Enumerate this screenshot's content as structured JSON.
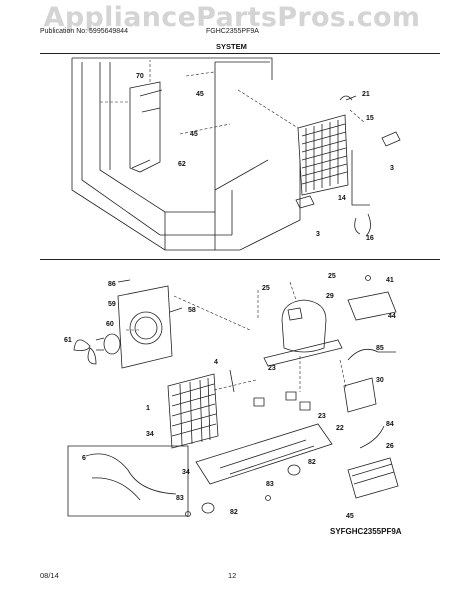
{
  "watermark": "AppliancePartsPros.com",
  "header": {
    "publication": "Publication No: 5995649844",
    "model": "FGHC2355PF9A",
    "section": "SYSTEM"
  },
  "callouts": {
    "c70": "70",
    "c45a": "45",
    "c45b": "45",
    "c62": "62",
    "c21": "21",
    "c15": "15",
    "c3a": "3",
    "c14": "14",
    "c3b": "3",
    "c16": "16",
    "c86": "86",
    "c59": "59",
    "c58": "58",
    "c60": "60",
    "c61": "61",
    "c25a": "25",
    "c25b": "25",
    "c29": "29",
    "c41": "41",
    "c44": "44",
    "c4": "4",
    "c85": "85",
    "c30": "30",
    "c23a": "23",
    "c23b": "23",
    "c1": "1",
    "c34a": "34",
    "c34b": "34",
    "c22": "22",
    "c84": "84",
    "c26": "26",
    "c82a": "82",
    "c82b": "82",
    "c83a": "83",
    "c83b": "83",
    "c6": "6",
    "c45c": "45"
  },
  "figure_code": "SYFGHC2355PF9A",
  "footer": {
    "date": "08/14",
    "page": "12"
  }
}
